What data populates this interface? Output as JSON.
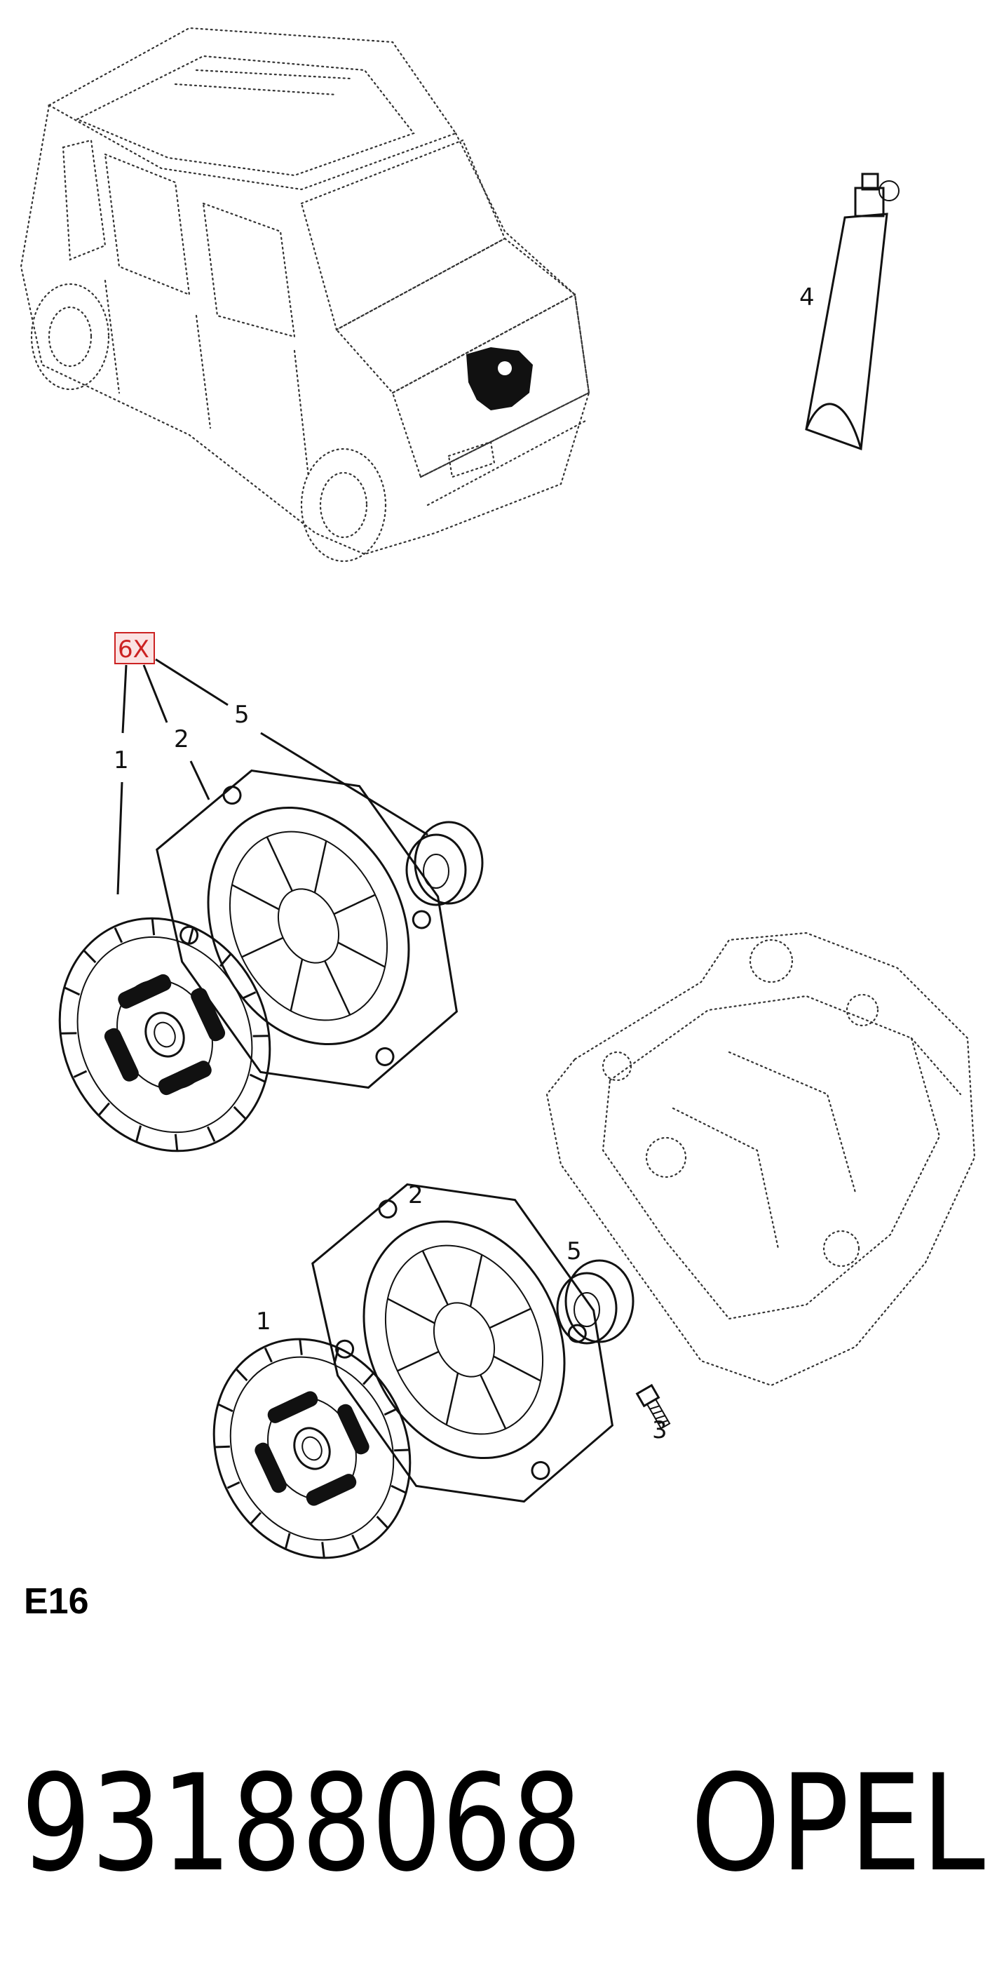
{
  "callouts": {
    "tag_6x": "6X",
    "label_1_upper": "1",
    "label_2_upper": "2",
    "label_5_upper": "5",
    "label_4": "4",
    "label_1_lower": "1",
    "label_2_lower": "2",
    "label_5_lower": "5",
    "label_3": "3"
  },
  "variant_label": "E16",
  "footer": {
    "part_number": "93188068",
    "brand": "OPEL"
  },
  "colors": {
    "tag_border": "#cc2222",
    "tag_fill": "#fbe3e3",
    "ink": "#111111"
  }
}
